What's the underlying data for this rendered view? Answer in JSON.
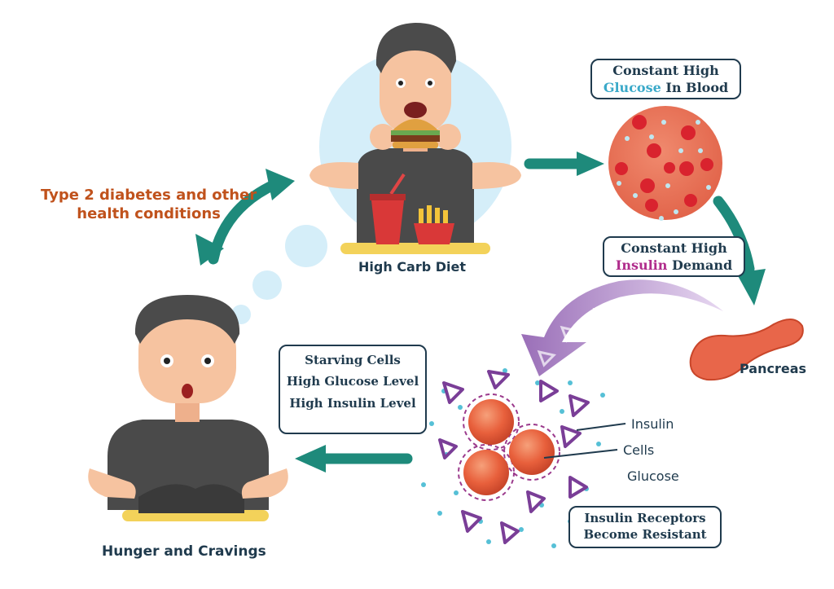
{
  "labels": {
    "high_carb_diet": "High Carb Diet",
    "type2_line1": "Type 2 diabetes and other",
    "type2_line2": "health conditions",
    "pancreas": "Pancreas",
    "hunger": "Hunger and Cravings",
    "insulin": "Insulin",
    "cells": "Cells",
    "glucose": "Glucose"
  },
  "boxes": {
    "glucose_blood": {
      "line1": "Constant High",
      "line2_highlight": "Glucose",
      "line2_rest": " In Blood"
    },
    "insulin_demand": {
      "line1": "Constant High",
      "line2_highlight": "Insulin",
      "line2_rest": " Demand"
    },
    "starving": {
      "line1": "Starving Cells",
      "line2": "High Glucose Level",
      "line3": "High Insulin Level"
    },
    "receptors": {
      "line1": "Insulin Receptors",
      "line2": "Become Resistant"
    }
  },
  "colors": {
    "arrow": "#1e8a7b",
    "navy": "#1f3a4d",
    "blood": "#e8725a",
    "rbc": "#d9232e",
    "glucose_dot": "#bfe7f0",
    "insulin": "#7a3e97",
    "orange_label": "#c0521c",
    "bubble": "#d5eef9"
  }
}
